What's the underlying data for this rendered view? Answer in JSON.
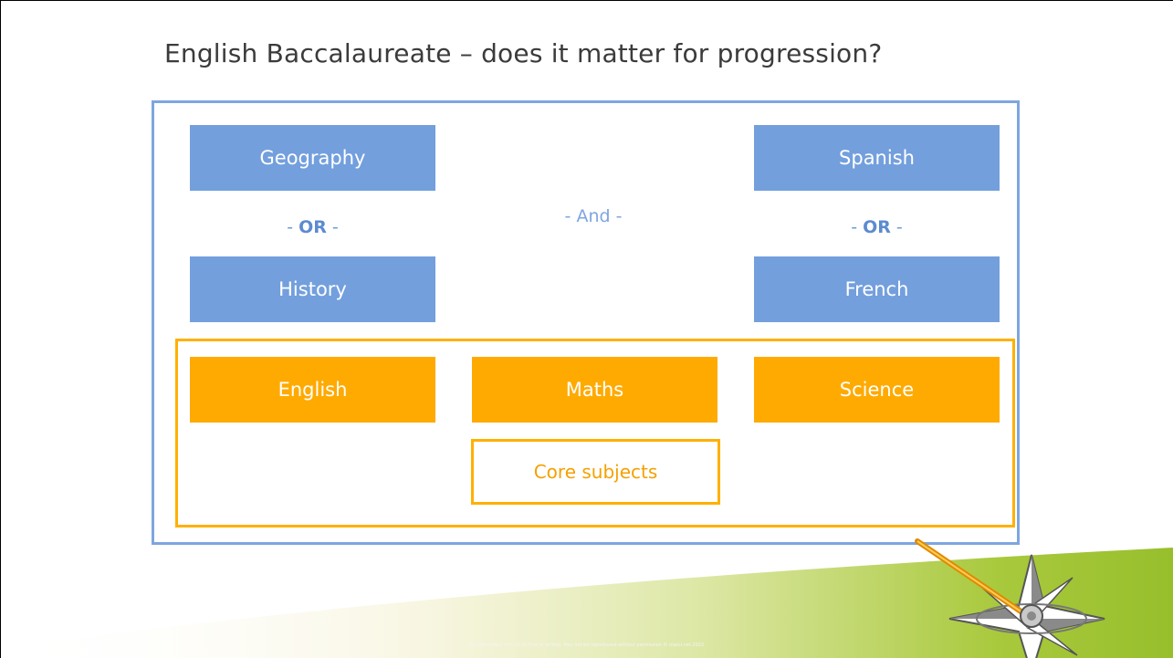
{
  "title": "English Baccalaureate – does it matter for progression?",
  "humanities": {
    "option1": "Geography",
    "connector_prefix": "- ",
    "connector_word": "OR",
    "connector_suffix": " -",
    "option2": "History"
  },
  "and_label": "- And -",
  "languages": {
    "option1": "Spanish",
    "connector_prefix": "- ",
    "connector_word": "OR",
    "connector_suffix": " -",
    "option2": "French"
  },
  "core": {
    "subjects": [
      "English",
      "Maths",
      "Science"
    ],
    "label": "Core subjects"
  },
  "footer": "All information correct at time of writing. May not be reproduced without permission © marci.net 2022",
  "colors": {
    "blue": "#739fdd",
    "orange": "#ffaa00",
    "green": "#a8c83a"
  },
  "decor_icon": "compass-icon"
}
